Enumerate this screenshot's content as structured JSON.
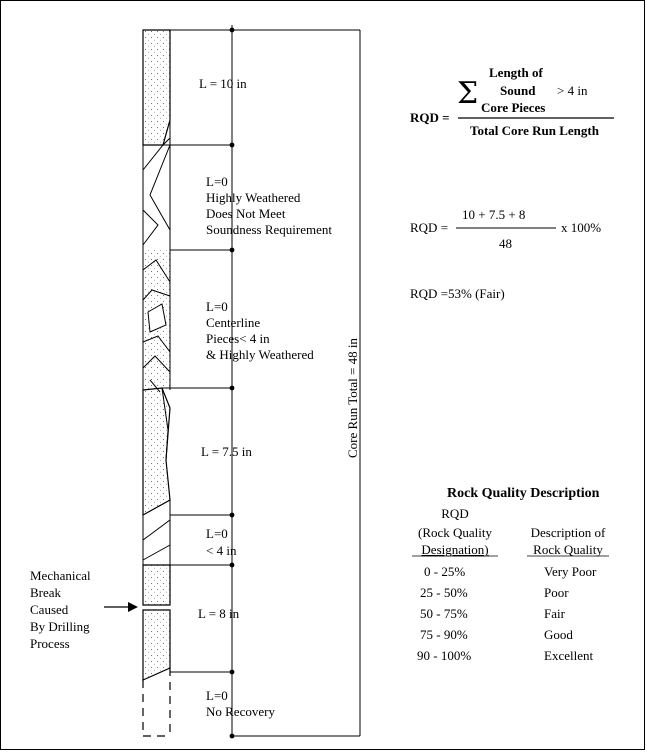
{
  "core": {
    "segments": [
      {
        "lines": [
          "L = 10 in"
        ]
      },
      {
        "lines": [
          "L=0",
          "Highly Weathered",
          "Does Not Meet",
          "Soundness Requirement"
        ]
      },
      {
        "lines": [
          "L=0",
          "Centerline",
          "Pieces< 4 in",
          "& Highly Weathered"
        ]
      },
      {
        "lines": [
          "L = 7.5 in"
        ]
      },
      {
        "lines": [
          "L=0",
          "< 4 in"
        ]
      },
      {
        "lines": [
          "L = 8 in"
        ]
      },
      {
        "lines": [
          "L=0",
          "No Recovery"
        ]
      }
    ],
    "total_label": "Core Run Total = 48 in",
    "break_note": [
      "Mechanical",
      "Break",
      "Caused",
      "By Drilling",
      "Process"
    ]
  },
  "formula": {
    "rqd_lhs": "RQD =",
    "sigma": "Σ",
    "numerator": [
      "Length of",
      "Sound",
      "Core Pieces"
    ],
    "gt": "> 4 in",
    "denominator": "Total Core Run Length"
  },
  "example": {
    "lhs": "RQD =",
    "numerator": "10 + 7.5  + 8",
    "denominator": "48",
    "multiplier": "x 100%",
    "result": "RQD =53% (Fair)"
  },
  "quality_table": {
    "title": "Rock Quality Description",
    "col1_header": [
      "RQD",
      "(Rock Quality",
      "Designation)"
    ],
    "col2_header": [
      "Description of",
      "Rock Quality"
    ],
    "rows": [
      {
        "range": "0 - 25%",
        "desc": "Very Poor"
      },
      {
        "range": "25 - 50%",
        "desc": "Poor"
      },
      {
        "range": "50 - 75%",
        "desc": "Fair"
      },
      {
        "range": "75 - 90%",
        "desc": "Good"
      },
      {
        "range": "90 - 100%",
        "desc": "Excellent"
      }
    ]
  }
}
